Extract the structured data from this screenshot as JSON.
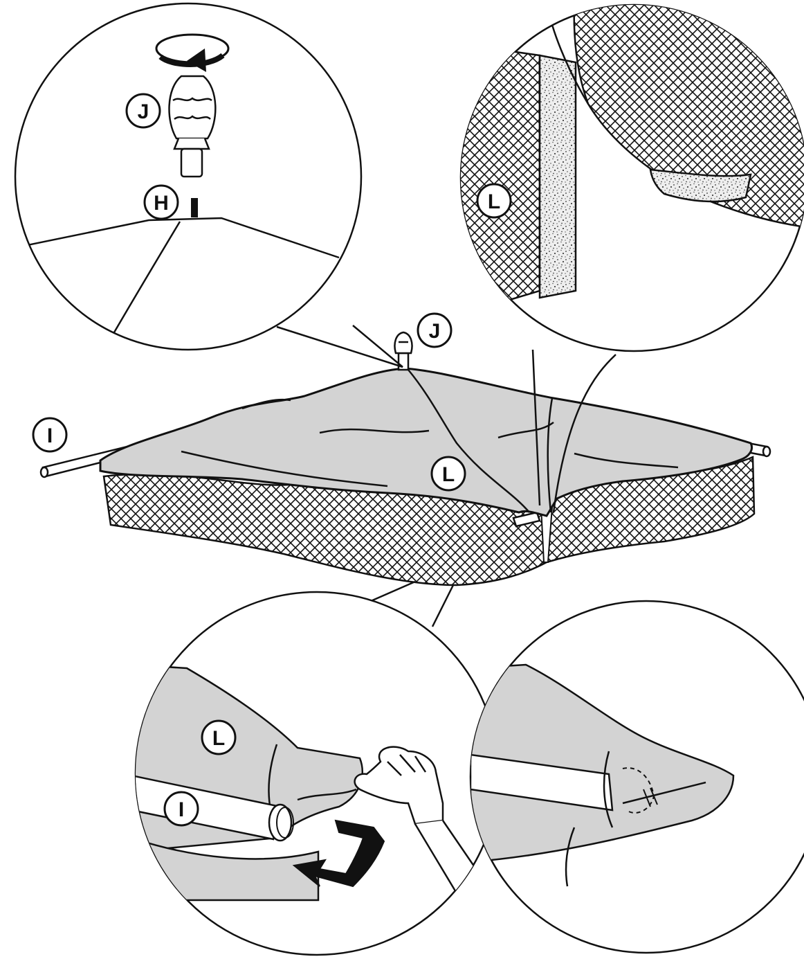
{
  "labels": {
    "j_detail": "J",
    "h_detail": "H",
    "l_detail_top": "L",
    "j_main": "J",
    "i_main": "I",
    "l_main": "L",
    "l_detail_bottom": "L",
    "i_detail_bottom": "I"
  },
  "colors": {
    "line": "#111111",
    "canopy_fill": "#d3d3d3",
    "net_fill": "#ffffff",
    "velcro_fill": "#e9e9e9",
    "background": "#ffffff"
  }
}
